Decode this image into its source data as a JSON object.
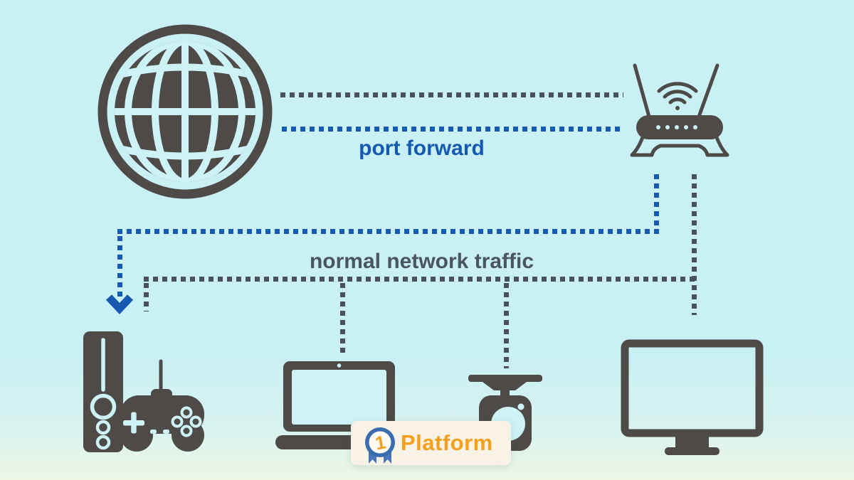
{
  "diagram": {
    "labels": {
      "port_forward": "port forward",
      "normal_traffic": "normal network traffic"
    },
    "nodes": [
      {
        "id": "internet",
        "icon": "globe-icon"
      },
      {
        "id": "router",
        "icon": "wifi-router-icon"
      },
      {
        "id": "game-console",
        "icon": "game-console-icon"
      },
      {
        "id": "gamepad",
        "icon": "gamepad-icon"
      },
      {
        "id": "laptop",
        "icon": "laptop-icon"
      },
      {
        "id": "camera",
        "icon": "camera-icon"
      },
      {
        "id": "monitor",
        "icon": "monitor-icon"
      }
    ],
    "connections": [
      {
        "from": "internet",
        "to": "router",
        "color": "gray",
        "style": "dotted"
      },
      {
        "from": "internet",
        "to": "router",
        "color": "blue",
        "style": "dotted",
        "label": "port forward"
      },
      {
        "from": "router",
        "to": "game-console",
        "color": "blue",
        "style": "dotted",
        "arrow": "down"
      },
      {
        "from": "router",
        "to": "game-console",
        "color": "gray",
        "style": "dotted",
        "label": "normal network traffic"
      },
      {
        "from": "router",
        "to": "laptop",
        "color": "gray",
        "style": "dotted"
      },
      {
        "from": "router",
        "to": "camera",
        "color": "gray",
        "style": "dotted"
      },
      {
        "from": "router",
        "to": "monitor",
        "color": "gray",
        "style": "dotted"
      }
    ]
  },
  "logo": {
    "brand": "Platform",
    "number": "1"
  },
  "colors": {
    "bg_top": "#c8f0f5",
    "bg_bottom": "#eef7e5",
    "bg_lite": "#cdf3f7",
    "icon_dark": "#4d4a47",
    "line_gray": "#49525a",
    "text_gray": "#4a555e",
    "accent_blue": "#1659b0",
    "logo_bg": "#f9f2e7",
    "logo_orange": "#f4a01c",
    "logo_blue": "#3a6cb0",
    "logo_blue_light": "#4a77bb"
  }
}
